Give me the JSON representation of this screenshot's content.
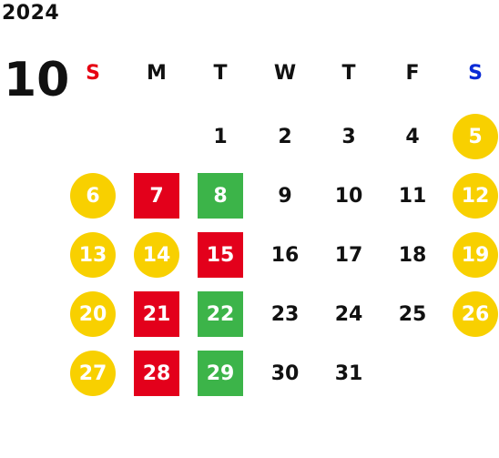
{
  "year": "2024",
  "month": "10",
  "weekdays": [
    "S",
    "M",
    "T",
    "W",
    "T",
    "F",
    "S"
  ],
  "weekday_colors": [
    "#e60012",
    "#111111",
    "#111111",
    "#111111",
    "#111111",
    "#111111",
    "#0a2bd6"
  ],
  "colors": {
    "circle": "#f8d000",
    "red": "#e3001b",
    "green": "#3cb449"
  },
  "first_weekday": 2,
  "days": [
    {
      "d": "1",
      "style": "plain"
    },
    {
      "d": "2",
      "style": "plain"
    },
    {
      "d": "3",
      "style": "plain"
    },
    {
      "d": "4",
      "style": "plain"
    },
    {
      "d": "5",
      "style": "circle"
    },
    {
      "d": "6",
      "style": "circle"
    },
    {
      "d": "7",
      "style": "red"
    },
    {
      "d": "8",
      "style": "green"
    },
    {
      "d": "9",
      "style": "plain"
    },
    {
      "d": "10",
      "style": "plain"
    },
    {
      "d": "11",
      "style": "plain"
    },
    {
      "d": "12",
      "style": "circle"
    },
    {
      "d": "13",
      "style": "circle"
    },
    {
      "d": "14",
      "style": "circle"
    },
    {
      "d": "15",
      "style": "red"
    },
    {
      "d": "16",
      "style": "plain"
    },
    {
      "d": "17",
      "style": "plain"
    },
    {
      "d": "18",
      "style": "plain"
    },
    {
      "d": "19",
      "style": "circle"
    },
    {
      "d": "20",
      "style": "circle"
    },
    {
      "d": "21",
      "style": "red"
    },
    {
      "d": "22",
      "style": "green"
    },
    {
      "d": "23",
      "style": "plain"
    },
    {
      "d": "24",
      "style": "plain"
    },
    {
      "d": "25",
      "style": "plain"
    },
    {
      "d": "26",
      "style": "circle"
    },
    {
      "d": "27",
      "style": "circle"
    },
    {
      "d": "28",
      "style": "red"
    },
    {
      "d": "29",
      "style": "green"
    },
    {
      "d": "30",
      "style": "plain"
    },
    {
      "d": "31",
      "style": "plain"
    }
  ]
}
